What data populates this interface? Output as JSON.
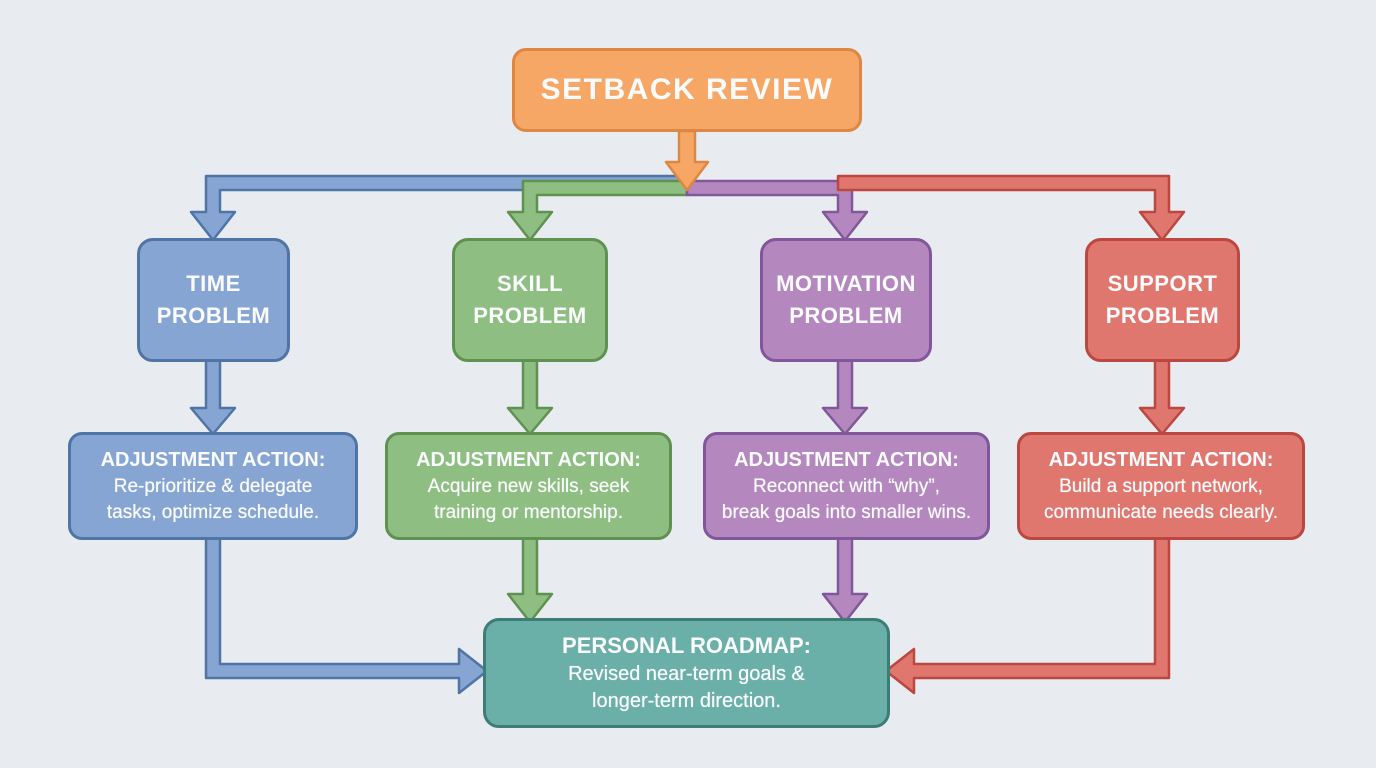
{
  "canvas": {
    "background": "#E8ECF1"
  },
  "root": {
    "label": "SETBACK REVIEW",
    "fill": "#F6A765",
    "stroke": "#DE8742"
  },
  "branches": [
    {
      "problem_line1": "TIME",
      "problem_line2": "PROBLEM",
      "action_title": "ADJUSTMENT ACTION:",
      "action_line1": "Re-prioritize & delegate",
      "action_line2": "tasks, optimize schedule.",
      "fill": "#87A5D2",
      "stroke": "#4F74A6"
    },
    {
      "problem_line1": "SKILL",
      "problem_line2": "PROBLEM",
      "action_title": "ADJUSTMENT ACTION:",
      "action_line1": "Acquire new skills, seek",
      "action_line2": "training or mentorship.",
      "fill": "#8FBE82",
      "stroke": "#5F9150"
    },
    {
      "problem_line1": "MOTIVATION",
      "problem_line2": "PROBLEM",
      "action_title": "ADJUSTMENT ACTION:",
      "action_line1": "Reconnect with “why”,",
      "action_line2": "break goals into smaller wins.",
      "fill": "#B488BE",
      "stroke": "#82569A"
    },
    {
      "problem_line1": "SUPPORT",
      "problem_line2": "PROBLEM",
      "action_title": "ADJUSTMENT ACTION:",
      "action_line1": "Build a support network,",
      "action_line2": "communicate needs clearly.",
      "fill": "#E0776F",
      "stroke": "#BC4741"
    }
  ],
  "roadmap": {
    "title": "PERSONAL ROADMAP:",
    "line1": "Revised near-term goals &",
    "line2": "longer-term direction.",
    "fill": "#6BAFA9",
    "stroke": "#3E7C76"
  }
}
